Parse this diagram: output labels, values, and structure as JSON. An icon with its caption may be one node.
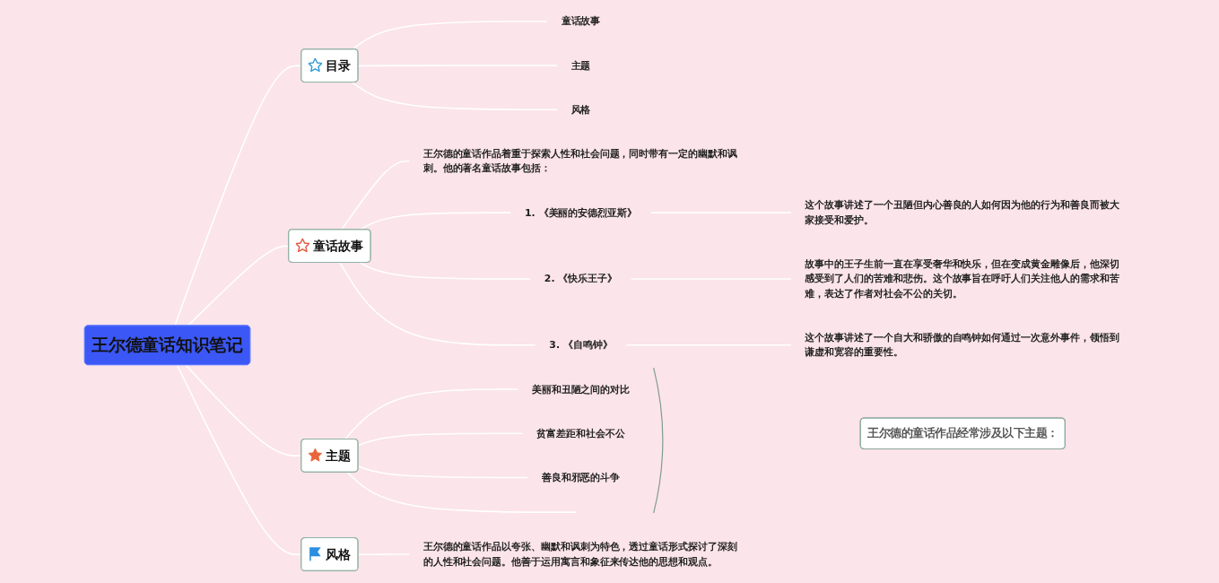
{
  "diagram": {
    "nodes": [
      {
        "text": [
          "王尔德童话知识笔记"
        ]
      },
      {
        "text": [
          "目录"
        ]
      },
      {
        "text": [
          "童话故事"
        ]
      },
      {
        "text": [
          "主题"
        ]
      },
      {
        "text": [
          "风格"
        ]
      },
      {
        "text": [
          "童话故事"
        ]
      },
      {
        "text": [
          "主题"
        ]
      },
      {
        "text": [
          "风格"
        ]
      },
      {
        "text": [
          "王尔德的童话作品着重于探索人性和社会问题，同时带有一定的幽默和讽刺。他的著名童话故事包括："
        ]
      },
      {
        "text": [
          "1. 《美丽的安德烈亚斯》"
        ]
      },
      {
        "text": [
          "这个故事讲述了一个丑陋但内心善良的人如何因为他的行为和善良而被大家接受和爱护。"
        ]
      },
      {
        "text": [
          "2. 《快乐王子》"
        ]
      },
      {
        "text": [
          "故事中的王子生前一直在享受奢华和快乐，但在变成黄金雕像后，他深切感受到了人们的苦难和悲伤。这个故事旨在呼吁人们关注他人的需求和苦难，表达了作者对社会不公的关切。"
        ]
      },
      {
        "text": [
          "3. 《自鸣钟》"
        ]
      },
      {
        "text": [
          "这个故事讲述了一个自大和骄傲的自鸣钟如何通过一次意外事件，领悟到谦虚和宽容的重要性。"
        ]
      },
      {
        "text": [
          "美丽和丑陋之间的对比"
        ]
      },
      {
        "text": [
          "贫富差距和社会不公"
        ]
      },
      {
        "text": [
          "善良和邪恶的斗争"
        ]
      },
      {
        "text": [
          "王尔德的童话作品经常涉及以下主题："
        ]
      },
      {
        "text": [
          "王尔德的童话作品以夸张、幽默和讽刺为特色，透过童话形式探讨了深刻的人性和社会问题。他善于运用寓言和象征来传达他的思想和观点。"
        ]
      }
    ],
    "edges": [
      {
        "from": 0,
        "to": 1,
        "arrow": "none"
      },
      {
        "from": 0,
        "to": 2,
        "arrow": "none"
      },
      {
        "from": 0,
        "to": 3,
        "arrow": "none"
      },
      {
        "from": 0,
        "to": 4,
        "arrow": "none"
      },
      {
        "from": 1,
        "to": 5,
        "arrow": "none"
      },
      {
        "from": 1,
        "to": 6,
        "arrow": "none"
      },
      {
        "from": 1,
        "to": 7,
        "arrow": "none"
      },
      {
        "from": 2,
        "to": 8,
        "arrow": "none"
      },
      {
        "from": 2,
        "to": 9,
        "arrow": "none"
      },
      {
        "from": 2,
        "to": 11,
        "arrow": "none"
      },
      {
        "from": 2,
        "to": 13,
        "arrow": "none"
      },
      {
        "from": 9,
        "to": 10,
        "arrow": "none"
      },
      {
        "from": 11,
        "to": 12,
        "arrow": "none"
      },
      {
        "from": 13,
        "to": 14,
        "arrow": "none"
      },
      {
        "from": 3,
        "to": 15,
        "arrow": "none"
      },
      {
        "from": 3,
        "to": 16,
        "arrow": "none"
      },
      {
        "from": 3,
        "to": 17,
        "arrow": "none"
      },
      {
        "from": 3,
        "to": null,
        "arrow": "none"
      },
      {
        "from": 4,
        "to": 19,
        "arrow": "none"
      }
    ]
  }
}
